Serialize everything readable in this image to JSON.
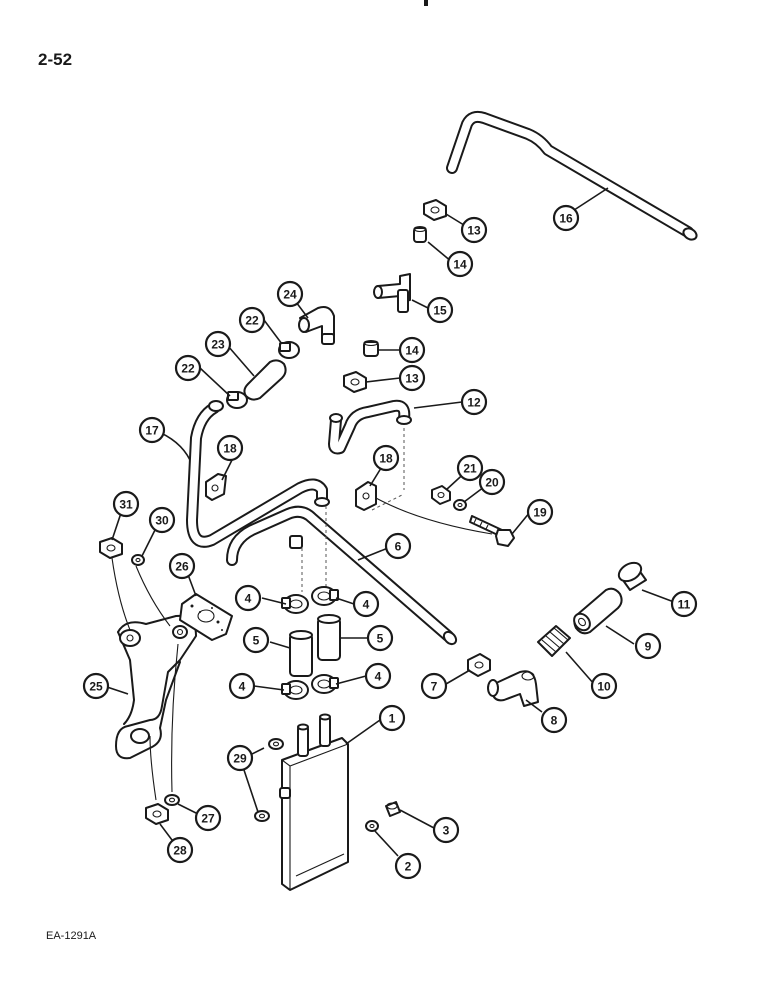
{
  "page_number": "2-52",
  "figure_code": "EA-1291A",
  "callouts": [
    {
      "id": "c1",
      "label": "1"
    },
    {
      "id": "c2",
      "label": "2"
    },
    {
      "id": "c3",
      "label": "3"
    },
    {
      "id": "c4a",
      "label": "4"
    },
    {
      "id": "c4b",
      "label": "4"
    },
    {
      "id": "c4c",
      "label": "4"
    },
    {
      "id": "c4d",
      "label": "4"
    },
    {
      "id": "c5a",
      "label": "5"
    },
    {
      "id": "c5b",
      "label": "5"
    },
    {
      "id": "c6",
      "label": "6"
    },
    {
      "id": "c7",
      "label": "7"
    },
    {
      "id": "c8",
      "label": "8"
    },
    {
      "id": "c9",
      "label": "9"
    },
    {
      "id": "c10",
      "label": "10"
    },
    {
      "id": "c11",
      "label": "11"
    },
    {
      "id": "c12",
      "label": "12"
    },
    {
      "id": "c13a",
      "label": "13"
    },
    {
      "id": "c13b",
      "label": "13"
    },
    {
      "id": "c14a",
      "label": "14"
    },
    {
      "id": "c14b",
      "label": "14"
    },
    {
      "id": "c15",
      "label": "15"
    },
    {
      "id": "c16",
      "label": "16"
    },
    {
      "id": "c17",
      "label": "17"
    },
    {
      "id": "c18a",
      "label": "18"
    },
    {
      "id": "c18b",
      "label": "18"
    },
    {
      "id": "c19",
      "label": "19"
    },
    {
      "id": "c20",
      "label": "20"
    },
    {
      "id": "c21",
      "label": "21"
    },
    {
      "id": "c22a",
      "label": "22"
    },
    {
      "id": "c22b",
      "label": "22"
    },
    {
      "id": "c23",
      "label": "23"
    },
    {
      "id": "c24",
      "label": "24"
    },
    {
      "id": "c25",
      "label": "25"
    },
    {
      "id": "c26",
      "label": "26"
    },
    {
      "id": "c27",
      "label": "27"
    },
    {
      "id": "c28",
      "label": "28"
    },
    {
      "id": "c29",
      "label": "29"
    },
    {
      "id": "c30",
      "label": "30"
    },
    {
      "id": "c31",
      "label": "31"
    }
  ]
}
